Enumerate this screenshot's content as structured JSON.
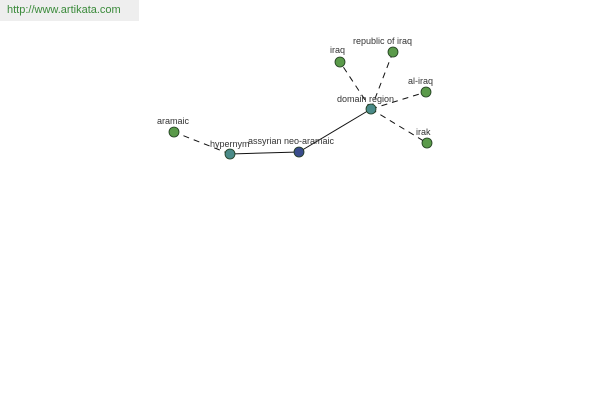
{
  "header": {
    "url": "http://www.artikata.com"
  },
  "graph": {
    "colors": {
      "leaf": "#5a9a4a",
      "relation": "#4a8a88",
      "center": "#3a4c8c"
    },
    "nodes": {
      "center": {
        "label": "assyrian neo-aramaic"
      },
      "hypernym": {
        "label": "hypernym"
      },
      "aramaic": {
        "label": "aramaic"
      },
      "domain_region": {
        "label": "domain region"
      },
      "iraq": {
        "label": "iraq"
      },
      "republic_of_iraq": {
        "label": "republic of iraq"
      },
      "al_iraq": {
        "label": "al-iraq"
      },
      "irak": {
        "label": "irak"
      }
    }
  }
}
